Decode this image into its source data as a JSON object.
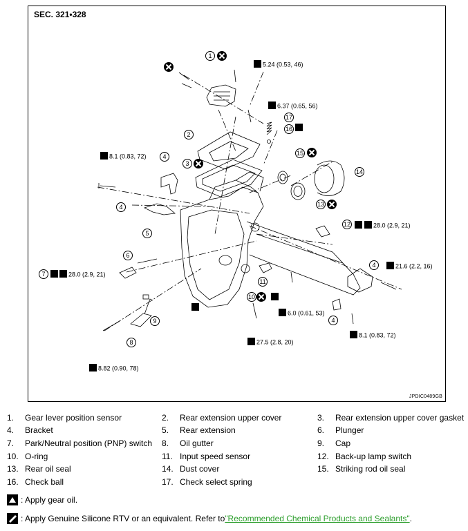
{
  "figure": {
    "section": "SEC. 321•328",
    "code": "JPDIC0489GB",
    "callouts": [
      {
        "id": "c1",
        "spec": "5.24 (0.53, 46)"
      },
      {
        "id": "c2",
        "spec": "6.37 (0.65, 56)"
      },
      {
        "id": "c3",
        "spec": "8.1 (0.83, 72)"
      },
      {
        "id": "c4",
        "spec": "28.0 (2.9, 21)"
      },
      {
        "id": "c5",
        "spec": "28.0 (2.9, 21)"
      },
      {
        "id": "c6",
        "spec": "21.6 (2.2, 16)"
      },
      {
        "id": "c7",
        "spec": "6.0 (0.61, 53)"
      },
      {
        "id": "c8",
        "spec": "8.1 (0.83, 72)"
      },
      {
        "id": "c9",
        "spec": "27.5 (2.8, 20)"
      },
      {
        "id": "c10",
        "spec": "8.82 (0.90, 78)"
      }
    ],
    "markers": [
      "1",
      "2",
      "3",
      "4",
      "4",
      "4",
      "4",
      "5",
      "6",
      "7",
      "8",
      "9",
      "10",
      "11",
      "12",
      "13",
      "14",
      "15",
      "16",
      "17"
    ]
  },
  "parts": [
    {
      "num": "1.",
      "name": "Gear lever position sensor"
    },
    {
      "num": "2.",
      "name": "Rear extension upper cover"
    },
    {
      "num": "3.",
      "name": "Rear extension upper cover gasket"
    },
    {
      "num": "4.",
      "name": "Bracket"
    },
    {
      "num": "5.",
      "name": "Rear extension"
    },
    {
      "num": "6.",
      "name": "Plunger"
    },
    {
      "num": "7.",
      "name": "Park/Neutral position (PNP) switch"
    },
    {
      "num": "8.",
      "name": "Oil gutter"
    },
    {
      "num": "9.",
      "name": "Cap"
    },
    {
      "num": "10.",
      "name": "O-ring"
    },
    {
      "num": "11.",
      "name": "Input speed sensor"
    },
    {
      "num": "12.",
      "name": "Back-up lamp switch"
    },
    {
      "num": "13.",
      "name": "Rear oil seal"
    },
    {
      "num": "14.",
      "name": "Dust cover"
    },
    {
      "num": "15.",
      "name": "Striking rod oil seal"
    },
    {
      "num": "16.",
      "name": "Check ball"
    },
    {
      "num": "17.",
      "name": "Check select spring"
    }
  ],
  "legend": {
    "gear_oil": ": Apply gear oil.",
    "rtv_text": ": Apply Genuine Silicone RTV or an equivalent. Refer to ",
    "rtv_link": "\"Recommended Chemical Products and Sealants\"",
    "rtv_end": "."
  }
}
